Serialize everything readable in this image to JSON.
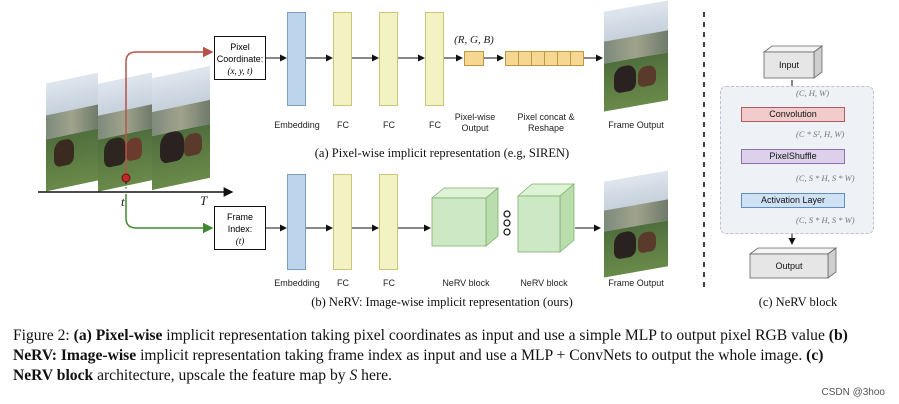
{
  "panel_a": {
    "pixel_box_line1": "Pixel",
    "pixel_box_line2": "Coordinate:",
    "pixel_box_math": "(x, y, t)",
    "embedding": "Embedding",
    "fc1": "FC",
    "fc2": "FC",
    "fc3": "FC",
    "rgb_math": "(R, G, B)",
    "pixelwise_line1": "Pixel-wise",
    "pixelwise_line2": "Output",
    "concat_line1": "Pixel concat &",
    "concat_line2": "Reshape",
    "frame_output": "Frame Output",
    "caption": "(a) Pixel-wise implicit representation (e.g, SIREN)"
  },
  "timeline": {
    "t": "t",
    "T": "T"
  },
  "panel_b": {
    "frame_box_line1": "Frame",
    "frame_box_line2": "Index:",
    "frame_box_math": "(t)",
    "embedding": "Embedding",
    "fc1": "FC",
    "fc2": "FC",
    "nerv1": "NeRV block",
    "nerv2": "NeRV block",
    "frame_output": "Frame Output",
    "caption": "(b) NeRV: Image-wise implicit representation (ours)"
  },
  "panel_c": {
    "input": "Input",
    "convolution": "Convolution",
    "pixelshuffle": "PixelShuffle",
    "activation": "Activation Layer",
    "output": "Output",
    "dim1": "(C, H, W)",
    "dim2": "(C * S², H, W)",
    "dim3": "(C, S * H, S * W)",
    "dim4": "(C, S * H, S * W)",
    "caption": "(c) NeRV block"
  },
  "figure_caption": {
    "prefix": "Figure 2: ",
    "a_bold": "(a) Pixel-wise",
    "a_text": " implicit representation taking pixel coordinates as input and use a simple MLP to output pixel RGB value ",
    "b_bold": "(b) NeRV: Image-wise",
    "b_text": " implicit representation taking frame index as input and use a MLP + ConvNets to output the whole image. ",
    "c_bold": "(c) NeRV block",
    "c_text": " architecture, upscale the feature map by ",
    "c_math": "S",
    "c_end": " here."
  },
  "watermark": "CSDN @3hoo",
  "colors": {
    "embedding": "#bcd4ec",
    "fc": "#f3f2c3",
    "nerv_block": "#cde8c4",
    "convolution": "#f2cccc",
    "pixelshuffle": "#ddd0ea",
    "activation": "#cfe2f5",
    "arrow_red": "#b5524a",
    "arrow_green": "#3f8a2e"
  }
}
